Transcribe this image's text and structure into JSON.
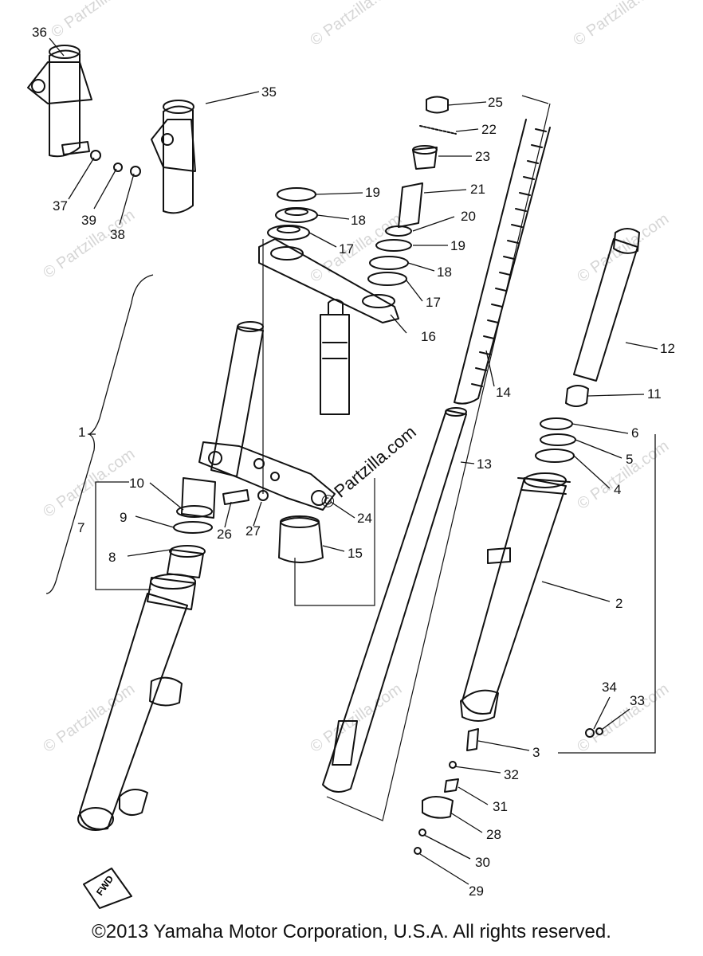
{
  "watermark": "© Partzilla.com",
  "center_watermark": "© Partzilla.com",
  "copyright": "©2013 Yamaha Motor Corporation, U.S.A. All rights reserved.",
  "fwd_label": "FWD",
  "callouts": {
    "c1": "1",
    "c2": "2",
    "c3": "3",
    "c4": "4",
    "c5": "5",
    "c6": "6",
    "c7": "7",
    "c8": "8",
    "c9": "9",
    "c10": "10",
    "c11": "11",
    "c12": "12",
    "c13": "13",
    "c14": "14",
    "c15": "15",
    "c16": "16",
    "c17a": "17",
    "c17b": "17",
    "c18a": "18",
    "c18b": "18",
    "c19a": "19",
    "c19b": "19",
    "c20": "20",
    "c21": "21",
    "c22": "22",
    "c23": "23",
    "c24": "24",
    "c25": "25",
    "c26": "26",
    "c27": "27",
    "c28": "28",
    "c29": "29",
    "c30": "30",
    "c31": "31",
    "c32": "32",
    "c33": "33",
    "c34": "34",
    "c35": "35",
    "c36": "36",
    "c37": "37",
    "c38": "38",
    "c39": "39"
  }
}
